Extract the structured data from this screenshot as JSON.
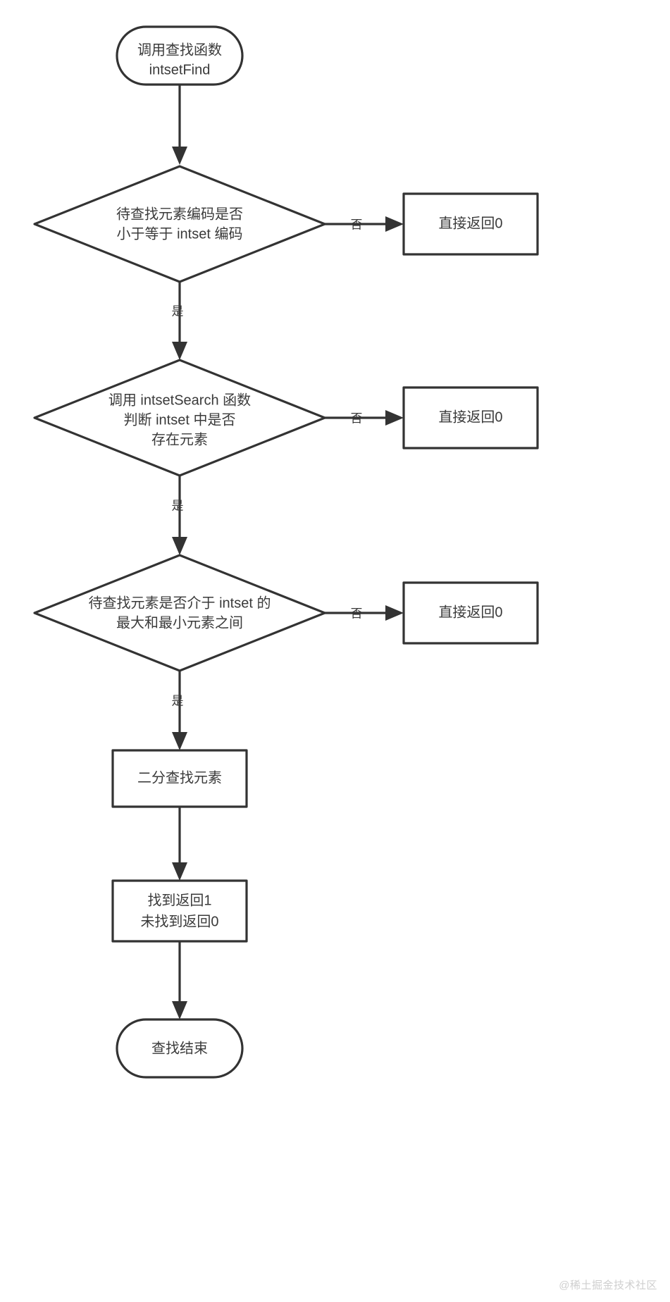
{
  "diagram": {
    "type": "flowchart",
    "orientation": "top-down",
    "title_text": "",
    "colors": {
      "stroke": "#333333",
      "fill": "#ffffff",
      "text": "#3a3a3a",
      "watermark": "#cfcfcf",
      "background": "#ffffff"
    },
    "nodes": {
      "start": {
        "shape": "stadium",
        "line1": "调用查找函数",
        "line2": "intsetFind"
      },
      "decision1": {
        "shape": "diamond",
        "line1": "待查找元素编码是否",
        "line2": "小于等于 intset 编码"
      },
      "decision2": {
        "shape": "diamond",
        "line1": "调用 intsetSearch 函数",
        "line2": "判断 intset 中是否",
        "line3": "存在元素"
      },
      "decision3": {
        "shape": "diamond",
        "line1": "待查找元素是否介于 intset 的",
        "line2": "最大和最小元素之间"
      },
      "return1": {
        "shape": "rect",
        "line1": "直接返回0"
      },
      "return2": {
        "shape": "rect",
        "line1": "直接返回0"
      },
      "return3": {
        "shape": "rect",
        "line1": "直接返回0"
      },
      "binary_search": {
        "shape": "rect",
        "line1": "二分查找元素"
      },
      "result": {
        "shape": "rect",
        "line1": "找到返回1",
        "line2": "未找到返回0"
      },
      "end": {
        "shape": "stadium",
        "line1": "查找结束"
      }
    },
    "edge_labels": {
      "no1": "否",
      "yes1": "是",
      "no2": "否",
      "yes2": "是",
      "no3": "否",
      "yes3": "是"
    }
  },
  "watermark": {
    "text": "@稀土掘金技术社区"
  }
}
